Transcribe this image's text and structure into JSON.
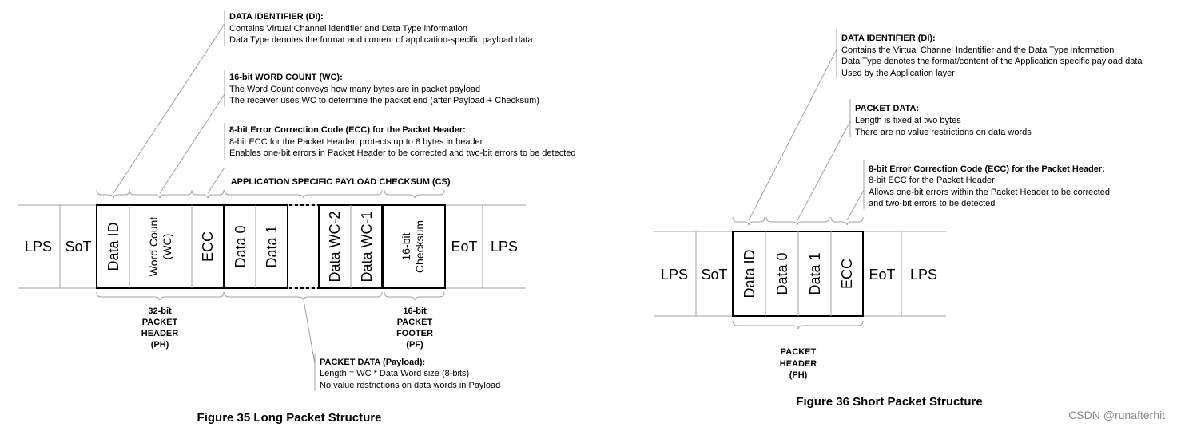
{
  "long": {
    "di": {
      "title": "DATA IDENTIFIER (DI):",
      "lines": [
        "Contains Virtual Channel identifier and Data Type information",
        "Data Type denotes the format and content of application-specific payload data"
      ]
    },
    "wc": {
      "title": "16-bit WORD COUNT (WC):",
      "lines": [
        "The Word Count conveys how many bytes are in packet payload",
        "The receiver uses WC to determine the packet end (after Payload + Checksum)"
      ]
    },
    "ecc": {
      "title": "8-bit Error Correction Code (ECC) for the Packet Header:",
      "lines": [
        "8-bit ECC for the Packet Header, protects up to 8 bytes in header",
        "Enables one-bit errors in Packet Header to be corrected and two-bit errors to be detected"
      ]
    },
    "payload_label": "APPLICATION SPECIFIC PAYLOAD",
    "checksum_label": "CHECKSUM (CS)",
    "cells": {
      "lps_left": "LPS",
      "sot": "SoT",
      "data_id": "Data ID",
      "wc_line1": "Word Count",
      "wc_line2": "(WC)",
      "ecc": "ECC",
      "data0": "Data 0",
      "data1": "Data 1",
      "data_wc2": "Data WC-2",
      "data_wc1": "Data WC-1",
      "cs_line1": "16-bit",
      "cs_line2": "Checksum",
      "eot": "EoT",
      "lps_right": "LPS"
    },
    "header_label": [
      "32-bit",
      "PACKET",
      "HEADER",
      "(PH)"
    ],
    "footer_label": [
      "16-bit",
      "PACKET",
      "FOOTER",
      "(PF)"
    ],
    "packet_data": {
      "title": "PACKET DATA (Payload):",
      "lines": [
        "Length = WC * Data Word size (8-bits)",
        "No value restrictions on data words in Payload"
      ]
    },
    "caption": "Figure 35 Long Packet Structure"
  },
  "short": {
    "di": {
      "title": "DATA IDENTIFIER (DI):",
      "lines": [
        "Contains the Virtual Channel Indentifier and the Data Type information",
        "Data Type denotes the format/content of the Application specific payload data",
        "Used by the Application layer"
      ]
    },
    "pd": {
      "title": "PACKET DATA:",
      "lines": [
        "Length is fixed at two bytes",
        "There are no value restrictions on data words"
      ]
    },
    "ecc": {
      "title": "8-bit Error Correction Code (ECC) for the Packet Header:",
      "lines": [
        "8-bit ECC for the Packet Header",
        "Allows one-bit errors within the Packet Header to be corrected",
        "and two-bit errors to be detected"
      ]
    },
    "cells": {
      "lps_left": "LPS",
      "sot": "SoT",
      "data_id": "Data ID",
      "data0": "Data 0",
      "data1": "Data 1",
      "ecc": "ECC",
      "eot": "EoT",
      "lps_right": "LPS"
    },
    "header_label": [
      "PACKET",
      "HEADER",
      "(PH)"
    ],
    "caption": "Figure 36 Short Packet Structure"
  },
  "watermark": "CSDN @runafterhit"
}
